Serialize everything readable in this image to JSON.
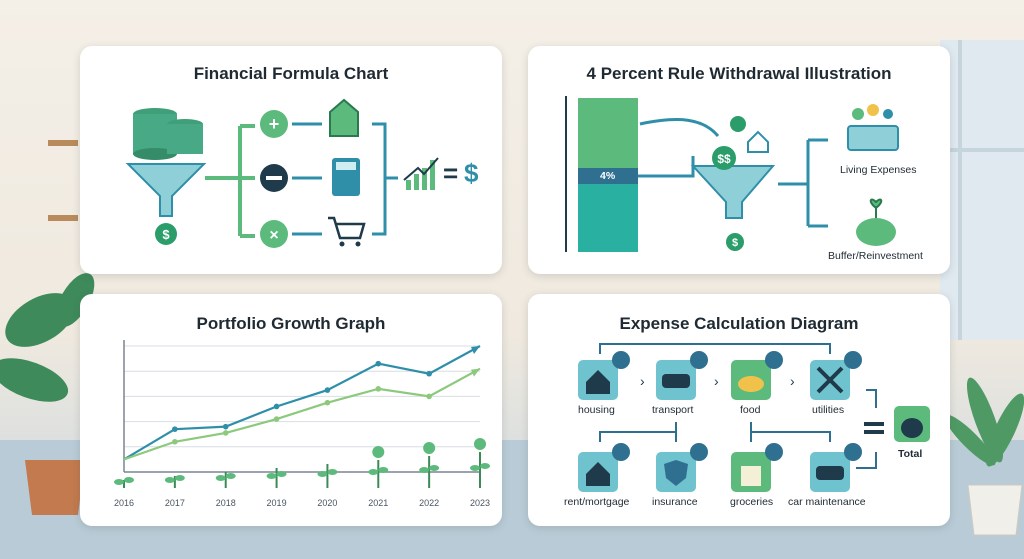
{
  "panels": {
    "formula": {
      "title": "Financial Formula Chart",
      "equals": "=",
      "dollar": "$"
    },
    "withdrawal": {
      "title": "4 Percent Rule Withdrawal Illustration",
      "percent": "4%",
      "living": "Living Expenses",
      "buffer": "Buffer/Reinvestment"
    },
    "growth": {
      "title": "Portfolio Growth Graph"
    },
    "expense": {
      "title": "Expense Calculation Diagram",
      "row1": [
        "housing",
        "transport",
        "food",
        "utilities"
      ],
      "row2": [
        "rent/mortgage",
        "insurance",
        "groceries",
        "car maintenance"
      ],
      "total": "Total"
    }
  },
  "chart_data": {
    "type": "line",
    "title": "Portfolio Growth Graph",
    "x": [
      "2016",
      "2017",
      "2018",
      "2019",
      "2020",
      "2021",
      "2022",
      "2023"
    ],
    "ylim": [
      0,
      100
    ],
    "grid": true,
    "series": [
      {
        "values": [
          10,
          34,
          36,
          52,
          65,
          86,
          78,
          100
        ],
        "color": "#2f8fa8"
      },
      {
        "values": [
          10,
          24,
          31,
          42,
          55,
          66,
          60,
          82
        ],
        "color": "#8cc97c"
      }
    ]
  },
  "colors": {
    "teal": "#2f8fa8",
    "green": "#5cba7d",
    "dark": "#1f3a4a",
    "light_teal": "#8fd0d8"
  }
}
